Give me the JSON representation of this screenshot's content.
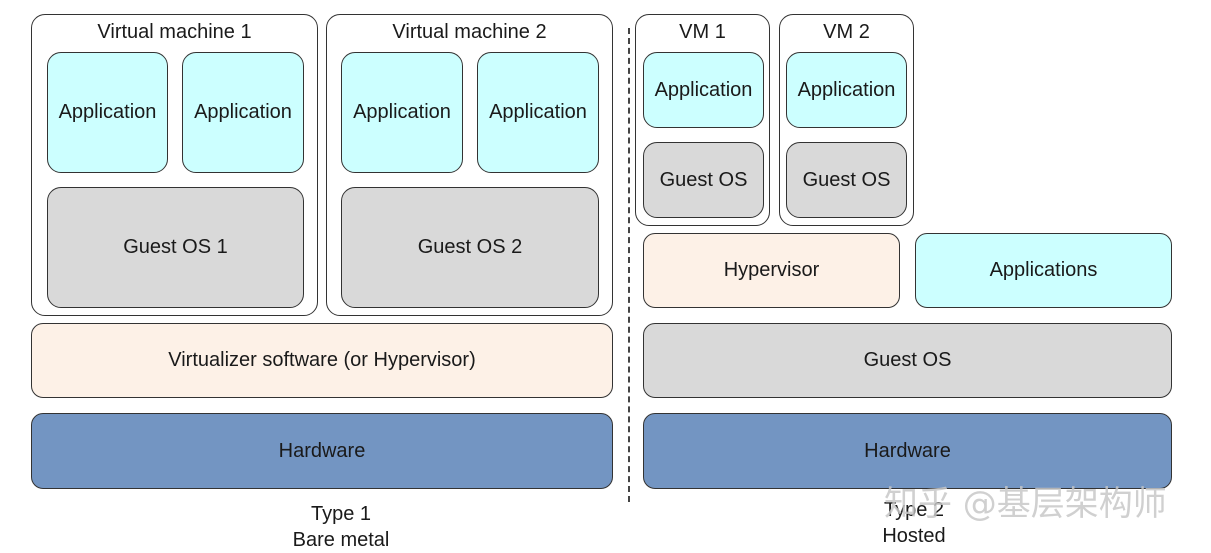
{
  "type1": {
    "vm1": {
      "title": "Virtual machine 1",
      "app1": "Application",
      "app2": "Application",
      "os": "Guest OS 1"
    },
    "vm2": {
      "title": "Virtual machine 2",
      "app1": "Application",
      "app2": "Application",
      "os": "Guest OS 2"
    },
    "hypervisor": "Virtualizer software (or Hypervisor)",
    "hardware": "Hardware",
    "caption_line1": "Type 1",
    "caption_line2": "Bare metal"
  },
  "type2": {
    "vm1": {
      "title": "VM 1",
      "app": "Application",
      "os": "Guest OS"
    },
    "vm2": {
      "title": "VM 2",
      "app": "Application",
      "os": "Guest OS"
    },
    "hypervisor": "Hypervisor",
    "applications": "Applications",
    "guest_os": "Guest OS",
    "hardware": "Hardware",
    "caption_line1": "Type 2",
    "caption_line2": "Hosted"
  },
  "watermark": "知乎 @基层架构师",
  "colors": {
    "application": "#ccffff",
    "guest_os": "#d9d9d9",
    "hypervisor": "#fdf1e7",
    "hardware": "#7395c2"
  }
}
